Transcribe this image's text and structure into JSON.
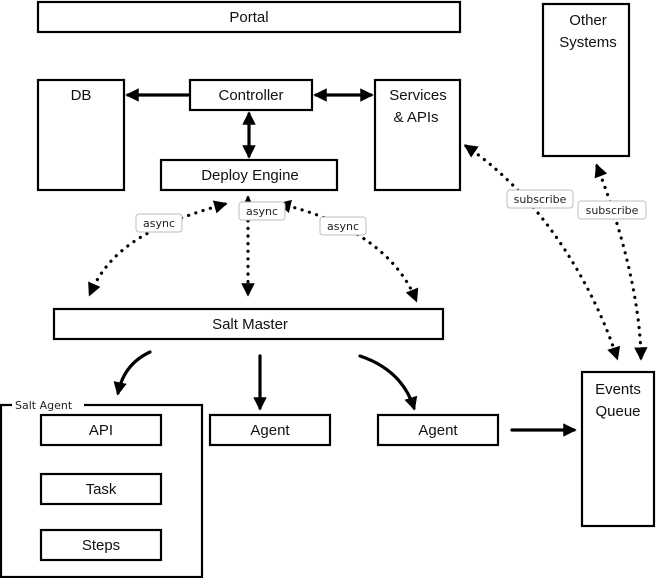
{
  "nodes": {
    "portal": "Portal",
    "db": "DB",
    "controller": "Controller",
    "services_apis": [
      "Services",
      "& APIs"
    ],
    "other_systems": [
      "Other",
      "Systems"
    ],
    "deploy_engine": "Deploy Engine",
    "salt_master": "Salt Master",
    "salt_agent_group": "Salt Agent",
    "api": "API",
    "task": "Task",
    "steps": "Steps",
    "agent_1": "Agent",
    "agent_2": "Agent",
    "events_queue": [
      "Events",
      "Queue"
    ]
  },
  "edge_labels": {
    "async_left": "async",
    "async_mid": "async",
    "async_right": "async",
    "subscribe_services": "subscribe",
    "subscribe_other": "subscribe"
  }
}
